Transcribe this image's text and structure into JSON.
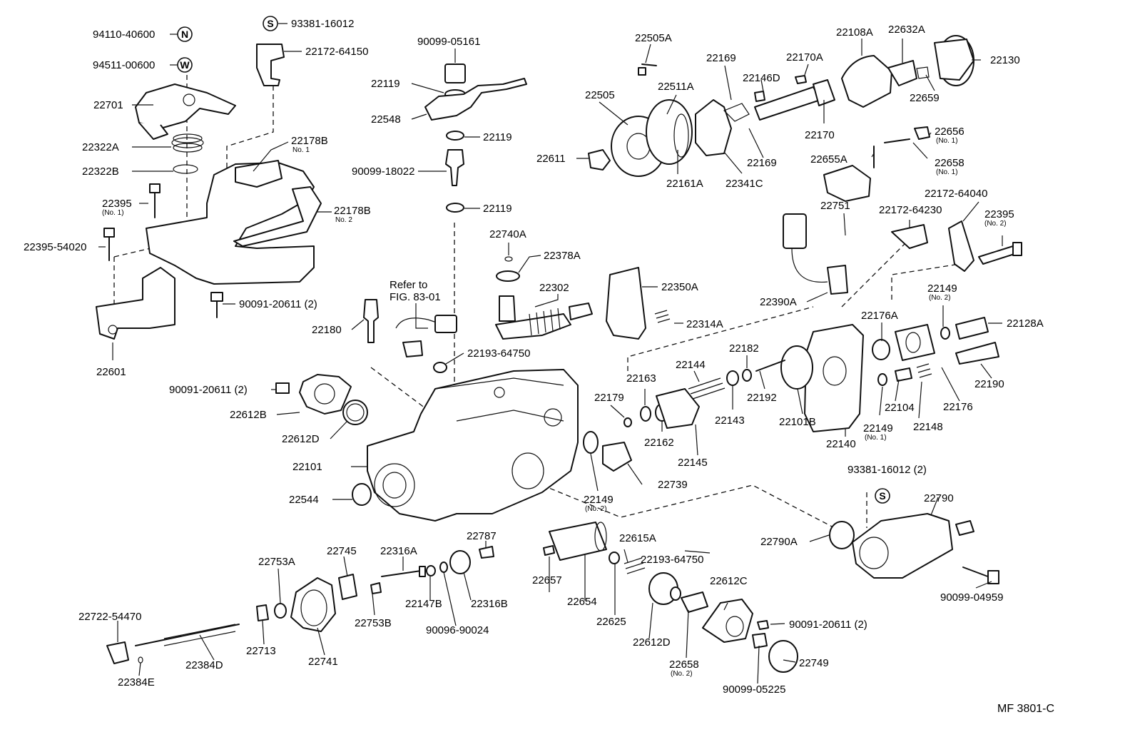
{
  "diagram": {
    "figure_code": "MF 3801-C",
    "callouts": [
      {
        "id": "c1",
        "num": "94110-40600"
      },
      {
        "id": "c2",
        "num": "94511-00600"
      },
      {
        "id": "c3",
        "num": "93381-16012"
      },
      {
        "id": "c4",
        "num": "22172-64150"
      },
      {
        "id": "c5",
        "num": "22701"
      },
      {
        "id": "c6",
        "num": "22322A"
      },
      {
        "id": "c7",
        "num": "22322B"
      },
      {
        "id": "c8",
        "num": "22178B",
        "sub": "No. 1"
      },
      {
        "id": "c9",
        "num": "22395",
        "sub": "(No. 1)"
      },
      {
        "id": "c10",
        "num": "22178B",
        "sub": "No. 2"
      },
      {
        "id": "c11",
        "num": "22395-54020"
      },
      {
        "id": "c12",
        "num": "90091-20611 (2)"
      },
      {
        "id": "c13",
        "num": "22601"
      },
      {
        "id": "c14",
        "num": "90099-05161"
      },
      {
        "id": "c15",
        "num": "22119"
      },
      {
        "id": "c16",
        "num": "22548"
      },
      {
        "id": "c17",
        "num": "22119"
      },
      {
        "id": "c18",
        "num": "90099-18022"
      },
      {
        "id": "c19",
        "num": "22119"
      },
      {
        "id": "c20",
        "num": "22740A"
      },
      {
        "id": "c21",
        "num": "22378A"
      },
      {
        "id": "c22",
        "num": "Refer to"
      },
      {
        "id": "c23",
        "num": "FIG. 83-01"
      },
      {
        "id": "c24",
        "num": "22302"
      },
      {
        "id": "c25",
        "num": "22180"
      },
      {
        "id": "c26",
        "num": "22193-64750"
      },
      {
        "id": "c27",
        "num": "90091-20611 (2)"
      },
      {
        "id": "c28",
        "num": "22612B"
      },
      {
        "id": "c29",
        "num": "22612D"
      },
      {
        "id": "c30",
        "num": "22101"
      },
      {
        "id": "c31",
        "num": "22544"
      },
      {
        "id": "c32",
        "num": "22505A"
      },
      {
        "id": "c33",
        "num": "22505"
      },
      {
        "id": "c34",
        "num": "22511A"
      },
      {
        "id": "c35",
        "num": "22169"
      },
      {
        "id": "c36",
        "num": "22146D"
      },
      {
        "id": "c37",
        "num": "22170A"
      },
      {
        "id": "c38",
        "num": "22108A"
      },
      {
        "id": "c39",
        "num": "22632A"
      },
      {
        "id": "c40",
        "num": "22130"
      },
      {
        "id": "c41",
        "num": "22659"
      },
      {
        "id": "c42",
        "num": "22170"
      },
      {
        "id": "c43",
        "num": "22611"
      },
      {
        "id": "c44",
        "num": "22161A"
      },
      {
        "id": "c45",
        "num": "22341C"
      },
      {
        "id": "c46",
        "num": "22169"
      },
      {
        "id": "c47",
        "num": "22656",
        "sub": "(No. 1)"
      },
      {
        "id": "c48",
        "num": "22655A"
      },
      {
        "id": "c49",
        "num": "22658",
        "sub": "(No. 1)"
      },
      {
        "id": "c50",
        "num": "22172-64040"
      },
      {
        "id": "c51",
        "num": "22751"
      },
      {
        "id": "c52",
        "num": "22172-64230"
      },
      {
        "id": "c53",
        "num": "22395",
        "sub": "(No. 2)"
      },
      {
        "id": "c54",
        "num": "22350A"
      },
      {
        "id": "c55",
        "num": "22390A"
      },
      {
        "id": "c56",
        "num": "22314A"
      },
      {
        "id": "c57",
        "num": "22149",
        "sub": "(No. 2)"
      },
      {
        "id": "c58",
        "num": "22176A"
      },
      {
        "id": "c59",
        "num": "22128A"
      },
      {
        "id": "c60",
        "num": "22182"
      },
      {
        "id": "c61",
        "num": "22144"
      },
      {
        "id": "c62",
        "num": "22163"
      },
      {
        "id": "c63",
        "num": "22179"
      },
      {
        "id": "c64",
        "num": "22192"
      },
      {
        "id": "c65",
        "num": "22143"
      },
      {
        "id": "c66",
        "num": "22101B"
      },
      {
        "id": "c67",
        "num": "22104"
      },
      {
        "id": "c68",
        "num": "22176"
      },
      {
        "id": "c69",
        "num": "22190"
      },
      {
        "id": "c70",
        "num": "22162"
      },
      {
        "id": "c71",
        "num": "22145"
      },
      {
        "id": "c72",
        "num": "22149",
        "sub": "(No. 1)"
      },
      {
        "id": "c73",
        "num": "22148"
      },
      {
        "id": "c74",
        "num": "22140"
      },
      {
        "id": "c75",
        "num": "22739"
      },
      {
        "id": "c76",
        "num": "22149",
        "sub": "(No. 2)"
      },
      {
        "id": "c77",
        "num": "93381-16012 (2)"
      },
      {
        "id": "c78",
        "num": "22790"
      },
      {
        "id": "c79",
        "num": "22790A"
      },
      {
        "id": "c80",
        "num": "90099-04959"
      },
      {
        "id": "c81",
        "num": "22753A"
      },
      {
        "id": "c82",
        "num": "22745"
      },
      {
        "id": "c83",
        "num": "22316A"
      },
      {
        "id": "c84",
        "num": "22787"
      },
      {
        "id": "c85",
        "num": "22657"
      },
      {
        "id": "c86",
        "num": "22615A"
      },
      {
        "id": "c87",
        "num": "22193-64750"
      },
      {
        "id": "c88",
        "num": "22654"
      },
      {
        "id": "c89",
        "num": "22612C"
      },
      {
        "id": "c90",
        "num": "22722-54470"
      },
      {
        "id": "c91",
        "num": "22147B"
      },
      {
        "id": "c92",
        "num": "22316B"
      },
      {
        "id": "c93",
        "num": "22753B"
      },
      {
        "id": "c94",
        "num": "90096-90024"
      },
      {
        "id": "c95",
        "num": "22625"
      },
      {
        "id": "c96",
        "num": "90091-20611 (2)"
      },
      {
        "id": "c97",
        "num": "22713"
      },
      {
        "id": "c98",
        "num": "22612D"
      },
      {
        "id": "c99",
        "num": "22384D"
      },
      {
        "id": "c100",
        "num": "22741"
      },
      {
        "id": "c101",
        "num": "22658",
        "sub": "(No. 2)"
      },
      {
        "id": "c102",
        "num": "22749"
      },
      {
        "id": "c103",
        "num": "22384E"
      },
      {
        "id": "c104",
        "num": "90099-05225"
      }
    ],
    "symbols": [
      {
        "id": "s1",
        "letter": "N"
      },
      {
        "id": "s2",
        "letter": "W"
      },
      {
        "id": "s3",
        "letter": "S"
      },
      {
        "id": "s4",
        "letter": "S"
      }
    ]
  }
}
